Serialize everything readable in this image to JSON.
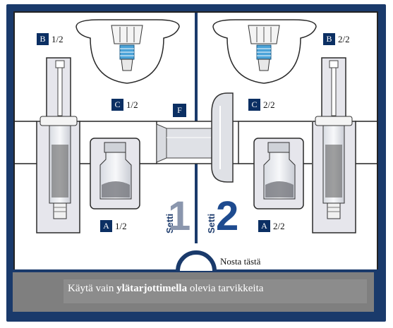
{
  "labels": {
    "b_left_letter": "B",
    "b_left_text": "1/2",
    "b_right_letter": "B",
    "b_right_text": "2/2",
    "c_left_letter": "C",
    "c_left_text": "1/2",
    "c_right_letter": "C",
    "c_right_text": "2/2",
    "a_left_letter": "A",
    "a_left_text": "1/2",
    "a_right_letter": "A",
    "a_right_text": "2/2",
    "f_letter": "F"
  },
  "sets": {
    "left_word": "Setti",
    "left_number": "1",
    "right_word": "Setti",
    "right_number": "2"
  },
  "lift_text": "Nosta tästä",
  "warning": {
    "prefix": "Käytä vain ",
    "bold": "ylätarjottimella",
    "suffix": " olevia tarvikkeita"
  },
  "colors": {
    "frame": "#1a3a6b",
    "label_box": "#0b2f63",
    "tray_fill": "#e6e6ec",
    "tray_outline": "#2a2a2a",
    "number_1": "#8a96ad",
    "number_2": "#1e4b8f",
    "warning_bg": "#7f7f7f",
    "warning_icon": "#f2c21b"
  },
  "icons": [
    "warning-icon",
    "syringe-icon",
    "vial-icon",
    "vial-adapter-icon",
    "connector-icon"
  ]
}
